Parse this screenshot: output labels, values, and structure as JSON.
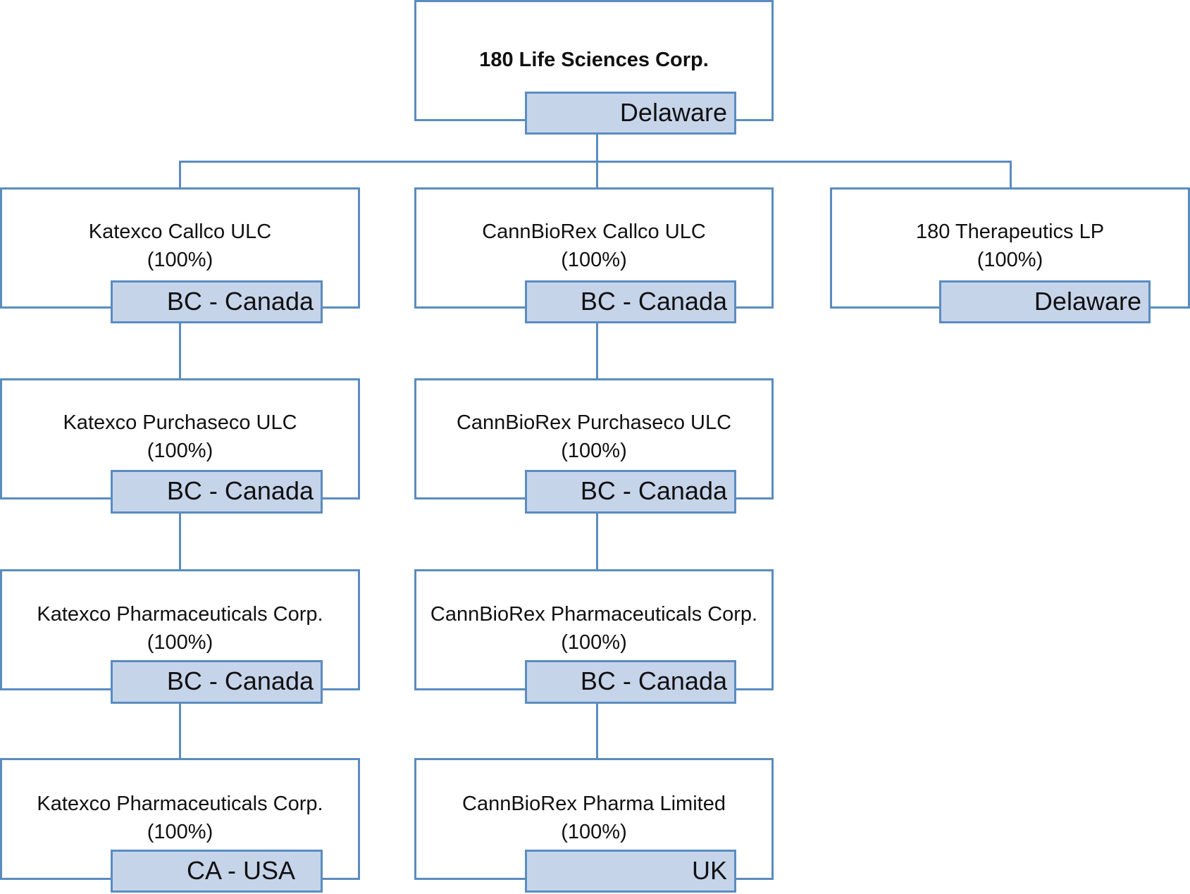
{
  "entities": {
    "root": {
      "name": "180 Life Sciences Corp.",
      "jurisdiction": "Delaware"
    },
    "k1": {
      "name": "Katexco Callco ULC",
      "ownership": "(100%)",
      "jurisdiction": "BC - Canada"
    },
    "c1": {
      "name": "CannBioRex Callco ULC",
      "ownership": "(100%)",
      "jurisdiction": "BC - Canada"
    },
    "t1": {
      "name": "180 Therapeutics LP",
      "ownership": "(100%)",
      "jurisdiction": "Delaware"
    },
    "k2": {
      "name": "Katexco Purchaseco ULC",
      "ownership": "(100%)",
      "jurisdiction": "BC - Canada"
    },
    "c2": {
      "name": "CannBioRex Purchaseco ULC",
      "ownership": "(100%)",
      "jurisdiction": "BC - Canada"
    },
    "k3": {
      "name": "Katexco Pharmaceuticals Corp.",
      "ownership": "(100%)",
      "jurisdiction": "BC - Canada"
    },
    "c3": {
      "name": "CannBioRex Pharmaceuticals Corp.",
      "ownership": "(100%)",
      "jurisdiction": "BC - Canada"
    },
    "k4": {
      "name": "Katexco Pharmaceuticals Corp.",
      "ownership": "(100%)",
      "jurisdiction": "CA - USA"
    },
    "c4": {
      "name": "CannBioRex Pharma Limited",
      "ownership": "(100%)",
      "jurisdiction": "UK"
    }
  },
  "colors": {
    "border": "#5b8cc0",
    "tag_fill": "#c6d4ea",
    "text": "#111111",
    "background": "#ffffff"
  }
}
